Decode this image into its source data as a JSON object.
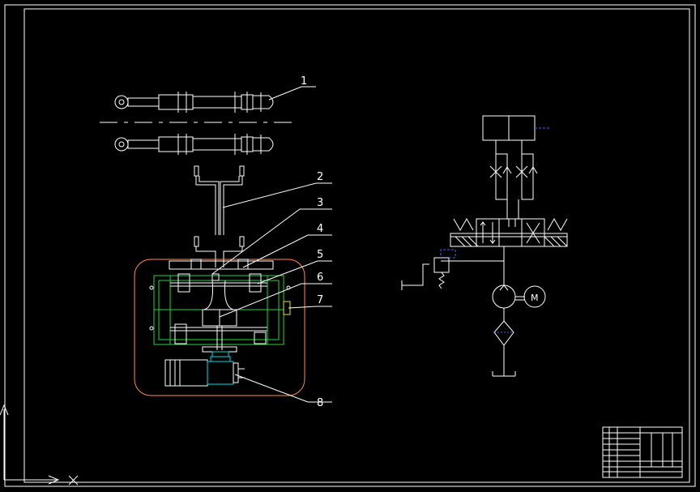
{
  "colors": {
    "background": "#000000",
    "linework": "#ffffff",
    "frame_green": "#22d33a",
    "dashed_blue": "#2a6cf0",
    "cyan": "#00d8e8",
    "motor_orange": "#ff8a4a"
  },
  "callouts": [
    {
      "number": "1",
      "points_to": "cylinder-upper"
    },
    {
      "number": "2",
      "points_to": "vertical-pipe"
    },
    {
      "number": "3",
      "points_to": "coupling-upper"
    },
    {
      "number": "4",
      "points_to": "coupling-right"
    },
    {
      "number": "5",
      "points_to": "block-right"
    },
    {
      "number": "6",
      "points_to": "manifold-center"
    },
    {
      "number": "7",
      "points_to": "tank"
    },
    {
      "number": "8",
      "points_to": "motor"
    }
  ],
  "schematic": {
    "motor_label": "M"
  }
}
